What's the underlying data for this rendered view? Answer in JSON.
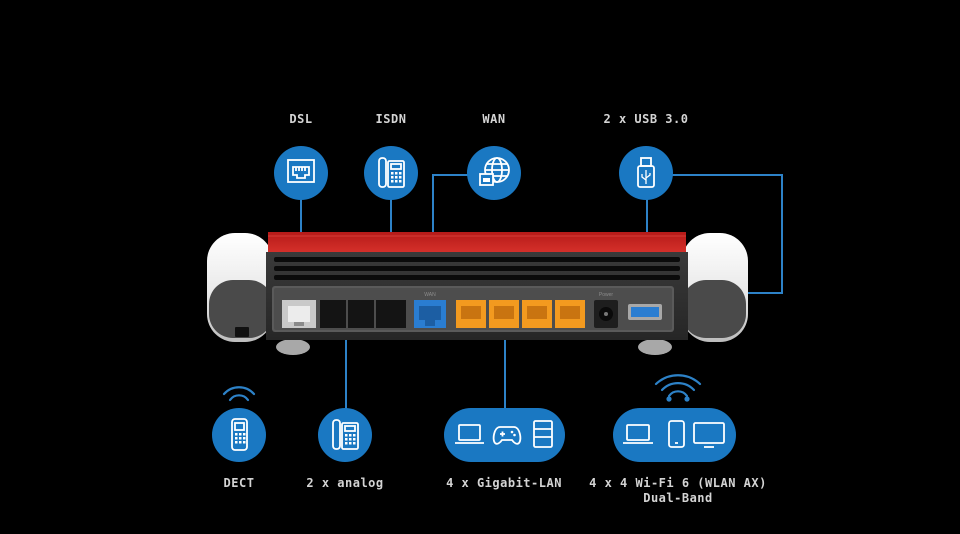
{
  "diagram": {
    "top_labels": {
      "dsl": "DSL",
      "isdn": "ISDN",
      "wan": "WAN",
      "usb": "2 x USB 3.0"
    },
    "bottom_labels": {
      "dect": "DECT",
      "analog": "2 x analog",
      "lan": "4 x Gigabit-LAN",
      "wifi_line1": "4 x 4 Wi-Fi 6 (WLAN AX)",
      "wifi_line2": "Dual-Band"
    },
    "port_label_wan": "WAN",
    "port_label_power": "Power",
    "colors": {
      "background": "#000000",
      "badge_blue": "#1a78c2",
      "connector_line": "#2d82c8",
      "router_red": "#c8201e",
      "lan_orange": "#f39a1f",
      "wan_blue": "#2a7dd1"
    }
  }
}
